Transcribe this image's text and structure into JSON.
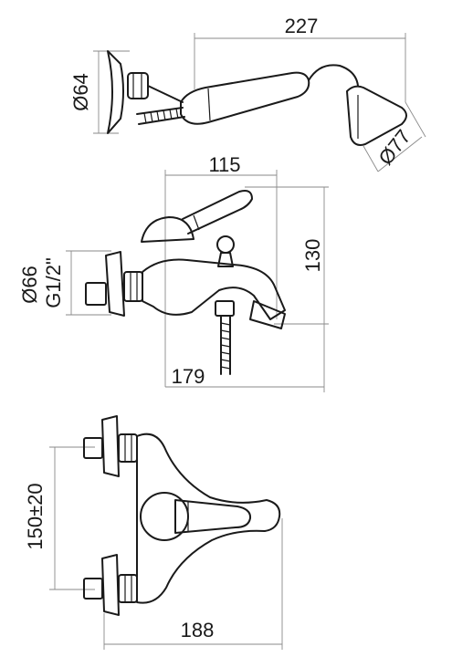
{
  "dimensions": {
    "hand_shower_length": "227",
    "hand_shower_holder_diameter": "Ø64",
    "shower_head_diameter": "Ø77",
    "spout_reach_top": "115",
    "height": "130",
    "flange_diameter": "Ø66",
    "thread": "G1/2\"",
    "spout_reach_bottom": "179",
    "center_distance": "150±20",
    "overall_width": "188"
  }
}
